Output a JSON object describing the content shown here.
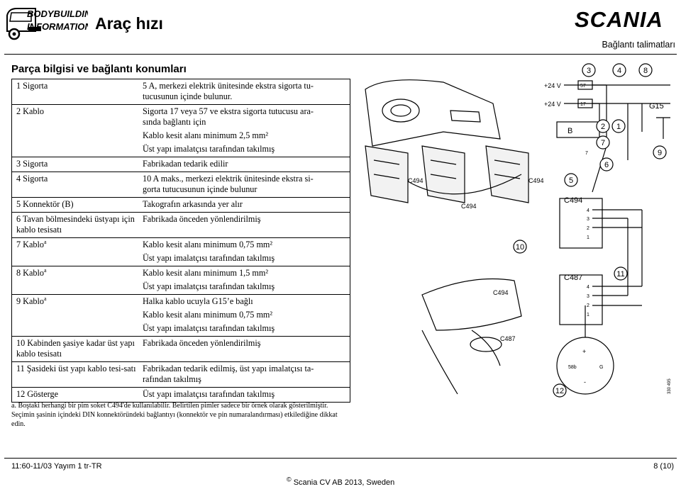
{
  "header": {
    "logo_line1": "BODYBUILDING",
    "logo_line2": "INFORMATION",
    "title": "Araç hızı",
    "brand": "SCANIA",
    "doc_type": "Bağlantı talimatları"
  },
  "section_title": "Parça bilgisi ve bağlantı konumları",
  "parts": [
    {
      "name": "1 Sigorta",
      "lines": [
        "5 A, merkezi elektrik ünitesinde ekstra sigorta tu-",
        "tucusunun içinde bulunur."
      ]
    },
    {
      "name": "2 Kablo",
      "lines": [
        "Sigorta 17 veya 57 ve ekstra sigorta tutucusu ara-",
        "sında bağlantı için"
      ],
      "sub": [
        "Kablo kesit alanı minimum 2,5 mm²",
        "Üst yapı imalatçısı tarafından takılmış"
      ]
    },
    {
      "name": "3 Sigorta",
      "lines": [
        "Fabrikadan tedarik edilir"
      ]
    },
    {
      "name": "4 Sigorta",
      "lines": [
        "10 A maks., merkezi elektrik ünitesinde ekstra si-",
        "gorta tutucusunun içinde bulunur"
      ]
    },
    {
      "name": "5 Konnektör (B)",
      "lines": [
        "Takografın arkasında yer alır"
      ]
    },
    {
      "name": "6 Tavan bölmesindeki üstyapı için kablo tesisatı",
      "lines": [
        "Fabrikada önceden yönlendirilmiş"
      ]
    },
    {
      "name": "7 Kablo",
      "sup": "a",
      "lines": [
        "Kablo kesit alanı minimum 0,75 mm²"
      ],
      "sub": [
        "Üst yapı imalatçısı tarafından takılmış"
      ]
    },
    {
      "name": "8 Kablo",
      "sup": "a",
      "lines": [
        "Kablo kesit alanı minimum 1,5 mm²"
      ],
      "sub": [
        "Üst yapı imalatçısı tarafından takılmış"
      ]
    },
    {
      "name": "9 Kablo",
      "sup": "a",
      "lines": [
        "Halka kablo ucuyla G15’e bağlı"
      ],
      "sub": [
        "Kablo kesit alanı minimum 0,75 mm²",
        "Üst yapı imalatçısı tarafından takılmış"
      ]
    },
    {
      "name": "10 Kabinden şasiye kadar üst yapı kablo tesisatı",
      "lines": [
        "Fabrikada önceden yönlendirilmiş"
      ]
    },
    {
      "name": "11 Şasideki üst yapı kablo tesi-satı",
      "lines": [
        "Fabrikadan tedarik edilmiş, üst yapı imalatçısı ta-",
        "rafından takılmış"
      ]
    },
    {
      "name": "12 Gösterge",
      "lines": [
        "Üst yapı imalatçısı tarafından takılmış"
      ]
    }
  ],
  "notes": [
    "a. Boştaki herhangi bir pim soket C494'de kullanılabilir. Belirtilen pimler sadece bir örnek olarak gösterilmiştir. Seçimin şasinin içindeki DIN konnektöründeki bağlantıyı (konnektör ve pin numaralandırması) etkilediğine dikkat edin."
  ],
  "diagram": {
    "labels": {
      "c494": "C494",
      "c487": "C487",
      "v24": "+24 V",
      "b": "B",
      "g15": "G15",
      "f57": "57",
      "f17": "17",
      "n7": "7",
      "p4": "4",
      "p3": "3",
      "p2": "2",
      "p1": "1",
      "n58b": "58b",
      "g": "G",
      "plus": "+",
      "minus": "-",
      "ref": "330 495"
    },
    "callouts": [
      "1",
      "2",
      "3",
      "4",
      "5",
      "6",
      "7",
      "8",
      "9",
      "10",
      "11",
      "12"
    ]
  },
  "footer": {
    "left": "11:60-11/03 Yayım 1  tr-TR",
    "right": "8 (10)",
    "copyright_symbol": "©",
    "copyright": "Scania CV AB 2013, Sweden"
  }
}
